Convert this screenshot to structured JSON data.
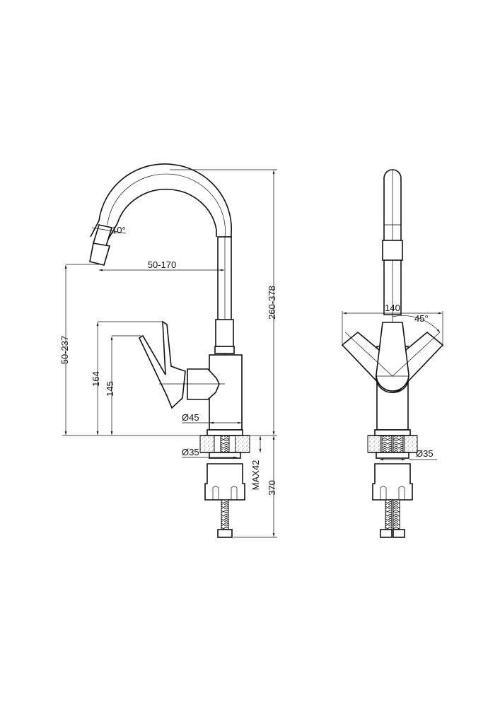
{
  "drawing": {
    "side_view": {
      "spout_reach": "50-170",
      "spout_angle": "10°",
      "total_height": "260-378",
      "spout_outlet_height": "50-237",
      "lever_height_max": "164",
      "lever_height_min": "145",
      "body_diameter": "Ø45",
      "mount_hole_diameter": "Ø35",
      "max_counter_thickness": "MAX42",
      "hose_length": "370"
    },
    "front_view": {
      "lever_span": "140",
      "lever_rotation": "45°",
      "mount_hole_diameter": "Ø35"
    }
  }
}
